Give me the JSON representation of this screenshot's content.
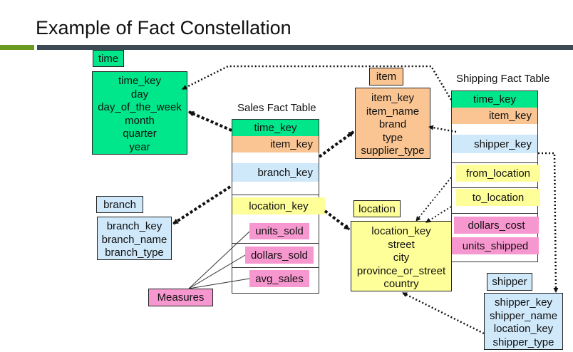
{
  "title": "Example of Fact Constellation",
  "time": {
    "label": "time",
    "fields": [
      "time_key",
      "day",
      "day_of_the_week",
      "month",
      "quarter",
      "year"
    ]
  },
  "item": {
    "label": "item",
    "fields": [
      "item_key",
      "item_name",
      "brand",
      "type",
      "supplier_type"
    ]
  },
  "branch": {
    "label": "branch",
    "fields": [
      "branch_key",
      "branch_name",
      "branch_type"
    ]
  },
  "location": {
    "label": "location",
    "fields": [
      "location_key",
      "street",
      "city",
      "province_or_street",
      "country"
    ]
  },
  "shipper": {
    "label": "shipper",
    "fields": [
      "shipper_key",
      "shipper_name",
      "location_key",
      "shipper_type"
    ]
  },
  "sales_fact": {
    "caption": "Sales Fact Table",
    "keys": [
      "time_key",
      "item_key",
      "branch_key",
      "location_key"
    ],
    "measures": [
      "units_sold",
      "dollars_sold",
      "avg_sales"
    ]
  },
  "shipping_fact": {
    "caption": "Shipping Fact Table",
    "keys": [
      "time_key",
      "item_key",
      "shipper_key",
      "from_location",
      "to_location"
    ],
    "measures": [
      "dollars_cost",
      "units_shipped"
    ]
  },
  "measures_label": "Measures",
  "colors": {
    "green": "#00e68a",
    "peach": "#fac593",
    "blue": "#cfe8fa",
    "yellow": "#ffff99",
    "pink": "#f797cf",
    "accent_bar": "#6a9a1f",
    "dark_bar": "#3b4a55"
  }
}
